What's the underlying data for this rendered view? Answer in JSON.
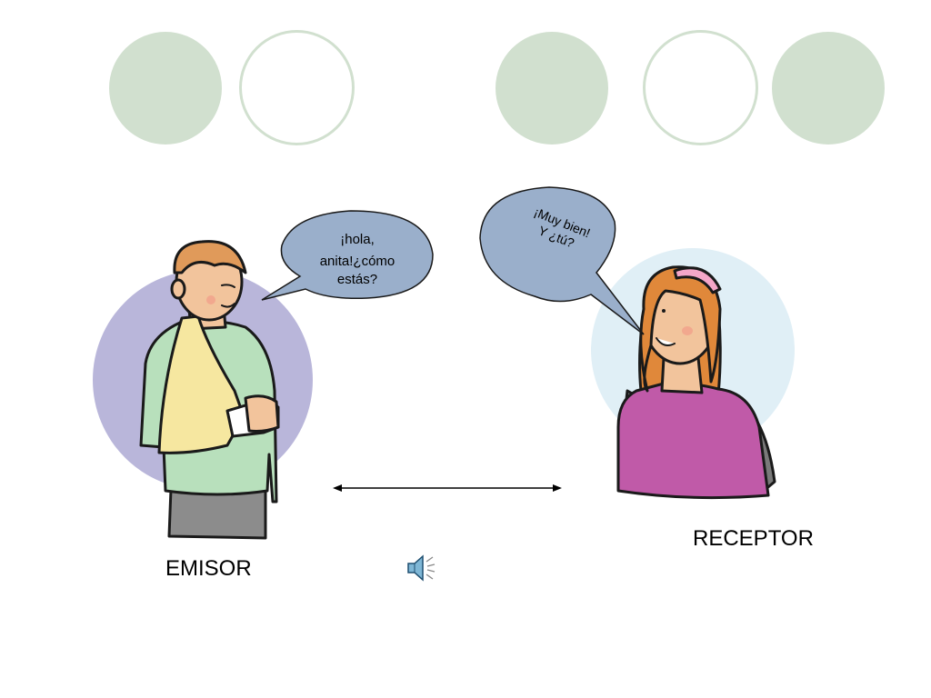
{
  "slide": {
    "emisor_bubble": {
      "line1": "¡hola,",
      "line2": "anita!¿cómo",
      "line3": "estás?"
    },
    "receptor_bubble": {
      "line1": "¡Muy bien!",
      "line2": "Y ¿tú?"
    },
    "emisor_label": "EMISOR",
    "receptor_label": "RECEPTOR",
    "audio_icon": "speaker-icon"
  },
  "colors": {
    "decorative_circle": "#d1e0cf",
    "emisor_backdrop": "#b9b6da",
    "receptor_backdrop": "#e0eff6",
    "speech_bubble": "#9aafcb"
  }
}
